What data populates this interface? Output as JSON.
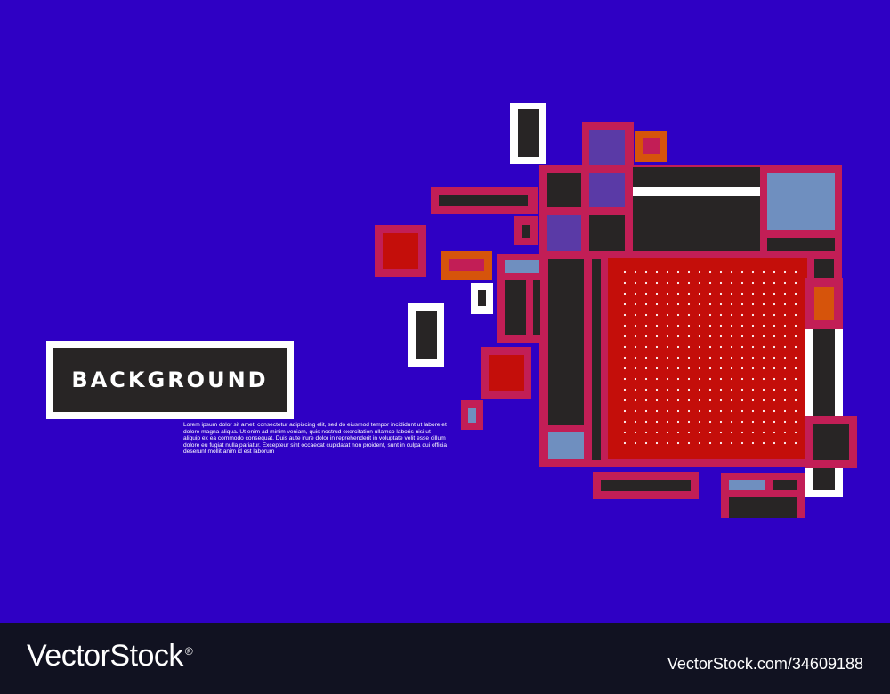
{
  "title": "BACKGROUND",
  "body_text": "Lorem ipsum dolor sit amet, consectetur adipiscing elit, sed do eiusmod tempor incididunt ut labore et dolore magna aliqua. Ut enim ad minim veniam, quis nostrud exercitation ullamco laboris nisi ut aliquip ex ea commodo consequat. Duis aute irure dolor in reprehenderit in voluptate velit esse cillum dolore eu fugiat nulla pariatur. Excepteur sint occaecat cupidatat non proident, sunt in culpa qui officia deserunt mollit anim id est laborum",
  "footer": {
    "logo": "VectorStock",
    "registered_mark": "®",
    "image_id": "VectorStock.com/34609188"
  },
  "colors": {
    "background": "#2f00c4",
    "crimson": "#c21e56",
    "dark": "#282525",
    "red": "#c40e0a",
    "steel_blue": "#6f8fbf",
    "purple": "#5a3aa6",
    "orange": "#d6540b",
    "white": "#ffffff",
    "footer": "#111221"
  }
}
